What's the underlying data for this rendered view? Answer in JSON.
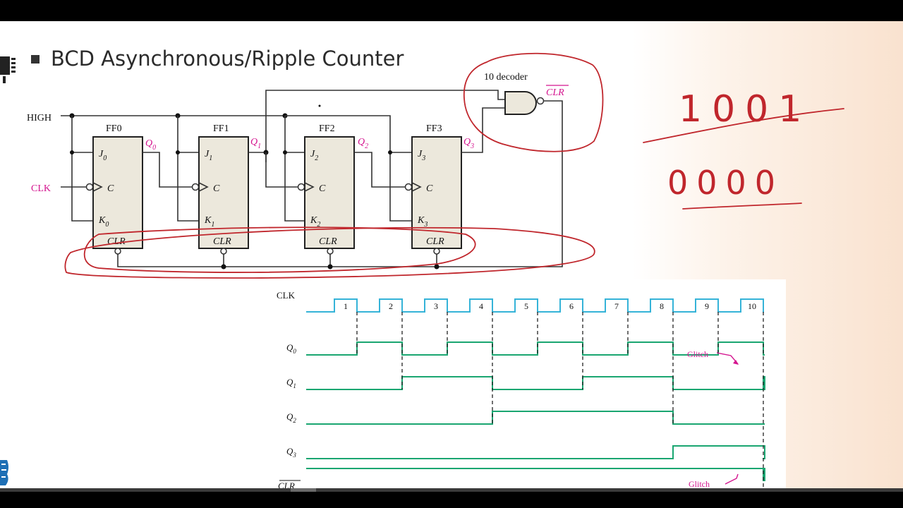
{
  "slide": {
    "title": "BCD Asynchronous/Ripple Counter"
  },
  "circuit": {
    "high_label": "HIGH",
    "clk_label": "CLK",
    "decoder_label": "10 decoder",
    "decoder_output": "CLR",
    "flip_flops": [
      {
        "name": "FF0",
        "j": "J",
        "k": "K",
        "c": "C",
        "clr": "CLR",
        "q": "Q",
        "sub": "0"
      },
      {
        "name": "FF1",
        "j": "J",
        "k": "K",
        "c": "C",
        "clr": "CLR",
        "q": "Q",
        "sub": "1"
      },
      {
        "name": "FF2",
        "j": "J",
        "k": "K",
        "c": "C",
        "clr": "CLR",
        "q": "Q",
        "sub": "2"
      },
      {
        "name": "FF3",
        "j": "J",
        "k": "K",
        "c": "C",
        "clr": "CLR",
        "q": "Q",
        "sub": "3"
      }
    ]
  },
  "handwritten": {
    "top": "1001",
    "bottom": "0000",
    "ink_color": "#c0262c"
  },
  "timing": {
    "clk_label": "CLK",
    "pulses": [
      "1",
      "2",
      "3",
      "4",
      "5",
      "6",
      "7",
      "8",
      "9",
      "10"
    ],
    "signals": [
      {
        "name": "Q",
        "sub": "0"
      },
      {
        "name": "Q",
        "sub": "1"
      },
      {
        "name": "Q",
        "sub": "2"
      },
      {
        "name": "Q",
        "sub": "3"
      },
      {
        "name": "CLR"
      }
    ],
    "glitch_labels": [
      "Glitch",
      "Glitch"
    ],
    "colors": {
      "clk": "#35b3d8",
      "signals": "#1aa671",
      "annotation": "#d4148f"
    }
  }
}
